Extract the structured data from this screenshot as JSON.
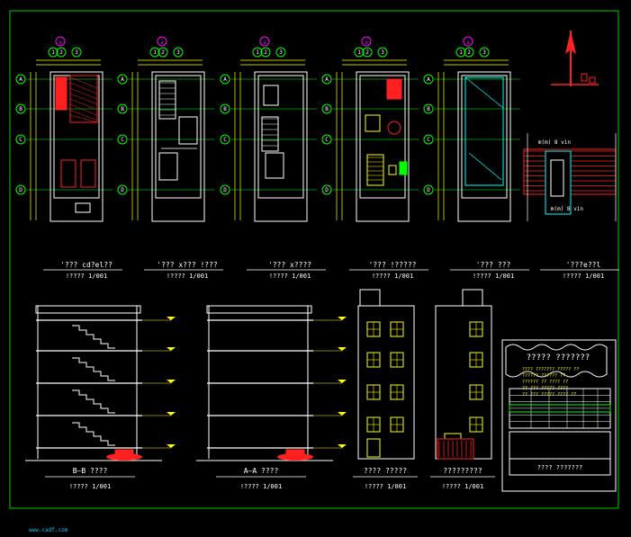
{
  "colors": {
    "background": "#000000",
    "frame": "#00cc00",
    "wall": "#ffffff",
    "dimension": "#ffff00",
    "grid_bubble": "#ff00ff",
    "axis": "#00ff00",
    "accent_red": "#ff2020",
    "cyan": "#00ffff",
    "window": "#ffff00"
  },
  "plans": {
    "grid_letters": [
      "A",
      "B",
      "C",
      "D"
    ],
    "column_numbers": [
      "1",
      "2",
      "3"
    ],
    "top_bubble": "a",
    "titles": [
      "'???  cd?el??",
      "'???  x???  !???",
      "'???  x????",
      "'???  !?????",
      "'???  ???",
      "'???e??l"
    ],
    "scales": [
      "!????   1/001",
      "!????   1/001",
      "!????   1/001",
      "!????   1/001",
      "!????   1/001",
      "!????   1/001"
    ],
    "section_note": "m(m) 8 vin"
  },
  "sections": {
    "titles": [
      "B—B   ????",
      "A—A   ????"
    ],
    "scales": [
      "!????   1/001",
      "!????   1/001"
    ]
  },
  "elevations": {
    "titles": [
      "????  ?????",
      "?????????"
    ],
    "scales": [
      "!????   1/001",
      "!????   1/001"
    ]
  },
  "title_block": {
    "heading": "?????  ???????",
    "rows": [
      "???? ??????? ????? ??",
      "?????? ?????? ??",
      "?????? ?? ???? ??",
      "?? ??? ????? ????",
      "?? ??? ????? ???? ??"
    ],
    "bottom": "????  ???????"
  },
  "footer_note": "www.cadf.com"
}
